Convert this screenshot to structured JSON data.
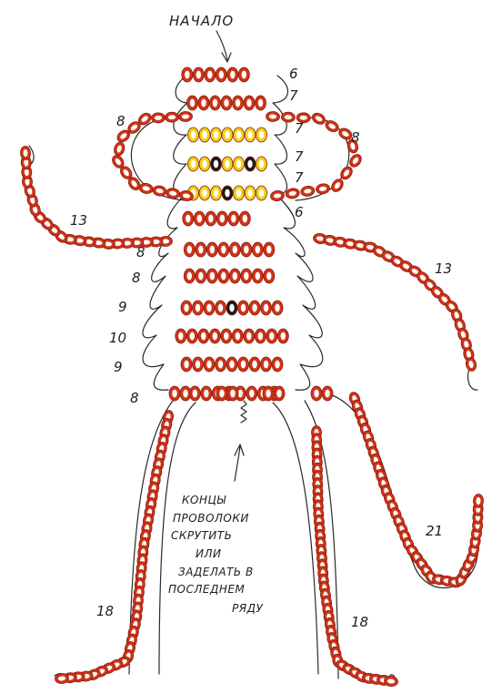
{
  "title": "НАЧАЛО",
  "colors": {
    "red_bead": "#cf3418",
    "yellow_bead": "#f2d318",
    "black_bead": "#1a1a1a",
    "wire": "#2a2a2a",
    "bead_hole": "#ffffff"
  },
  "rows": [
    {
      "count": "6",
      "beads": "rrrrrr"
    },
    {
      "count": "7",
      "beads": "rrrrrrr"
    },
    {
      "count": "7",
      "beads": "yyyyyyy"
    },
    {
      "count": "7",
      "beads": "yybyyby"
    },
    {
      "count": "7",
      "beads": "yyybyyy"
    },
    {
      "count": "6",
      "beads": "rrrrrr"
    },
    {
      "count": "8",
      "beads": "rrrrrrrr"
    },
    {
      "count": "8",
      "beads": "rrrrrrrr"
    },
    {
      "count": "9",
      "beads": "rrrrbrrrr"
    },
    {
      "count": "10",
      "beads": "rrrrrrrrrr"
    },
    {
      "count": "9",
      "beads": "rrrrrrrrr"
    },
    {
      "count": "8",
      "beads": "rrrrrrrr"
    }
  ],
  "ears": {
    "left": "8",
    "right": "8"
  },
  "arms": {
    "left": "13",
    "right": "13"
  },
  "legs": {
    "left": "18",
    "right": "18"
  },
  "tail": "21",
  "note": [
    "КОНЦЫ",
    "ПРОВОЛОКИ",
    "СКРУТИТЬ",
    "ИЛИ",
    "ЗАДЕЛАТЬ В",
    "ПОСЛЕДНЕМ",
    "РЯДУ"
  ]
}
